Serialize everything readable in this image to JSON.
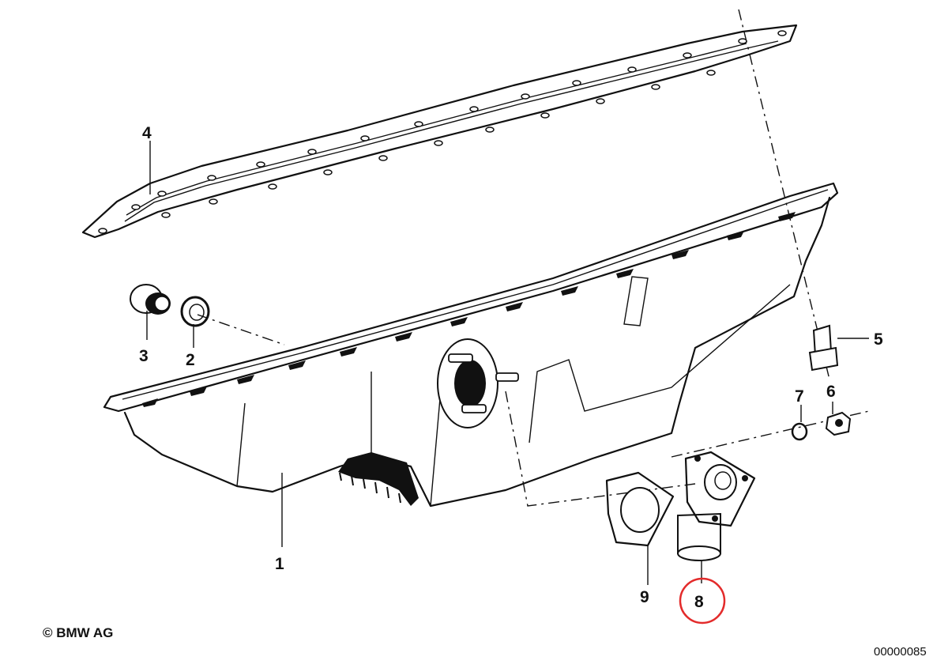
{
  "diagram": {
    "callouts": [
      {
        "id": "c1",
        "label": "1"
      },
      {
        "id": "c2",
        "label": "2"
      },
      {
        "id": "c3",
        "label": "3"
      },
      {
        "id": "c4",
        "label": "4"
      },
      {
        "id": "c5",
        "label": "5"
      },
      {
        "id": "c6",
        "label": "6"
      },
      {
        "id": "c7",
        "label": "7"
      },
      {
        "id": "c8",
        "label": "8",
        "highlighted": true
      },
      {
        "id": "c9",
        "label": "9"
      }
    ],
    "highlight_color": "#e32b2b"
  },
  "footer": {
    "copyright": "© BMW AG",
    "document_number": "00000085"
  }
}
